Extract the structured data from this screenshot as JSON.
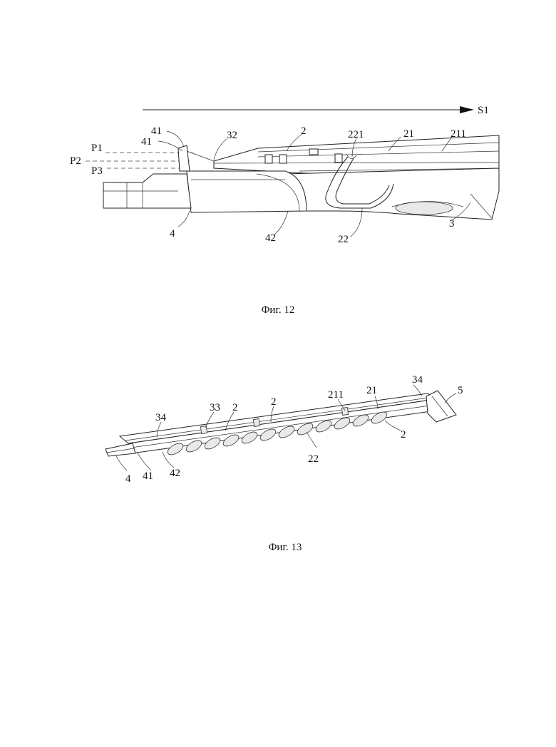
{
  "figures": [
    {
      "caption": "Фиг. 12",
      "direction_label": "S1",
      "plane_labels": [
        "P1",
        "P2",
        "P3"
      ],
      "part_labels": [
        "41",
        "41",
        "32",
        "2",
        "221",
        "21",
        "211",
        "4",
        "42",
        "22",
        "3"
      ]
    },
    {
      "caption": "Фиг. 13",
      "part_labels": [
        "34",
        "5",
        "211",
        "21",
        "2",
        "33",
        "2",
        "34",
        "2",
        "22",
        "4",
        "41",
        "42"
      ]
    }
  ]
}
